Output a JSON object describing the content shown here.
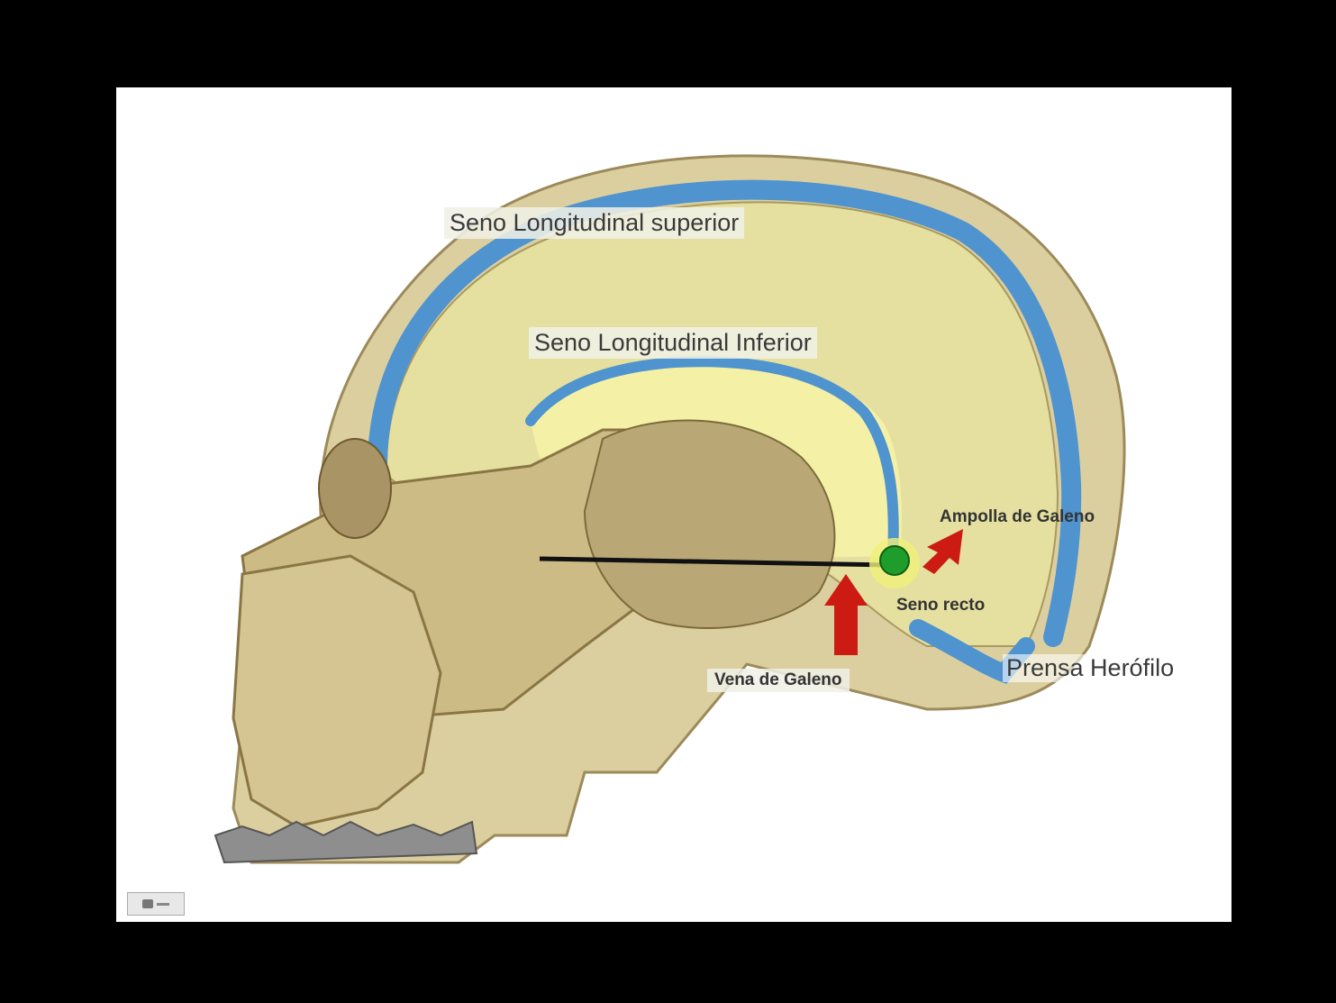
{
  "labels": {
    "seno_superior": "Seno Longitudinal superior",
    "seno_inferior": "Seno Longitudinal Inferior",
    "ampolla": "Ampolla de Galeno",
    "seno_recto": "Seno recto",
    "vena_galeno": "Vena de Galeno",
    "prensa": "Prensa Herófilo"
  },
  "icons": {
    "slide_control": "slideshow-control-icon",
    "arrow_ampolla": "red-arrow-icon",
    "arrow_vena": "red-arrow-icon"
  },
  "colors": {
    "frame": "#000000",
    "slide_bg": "#ffffff",
    "bone": "#dccf9f",
    "sinus_blue": "#4f93cf",
    "inner_brain": "#e5e0a0",
    "falx_yellow": "#f4f1a6",
    "arrow_red": "#cc1b12",
    "ampolla_green": "#1f9d2a"
  }
}
